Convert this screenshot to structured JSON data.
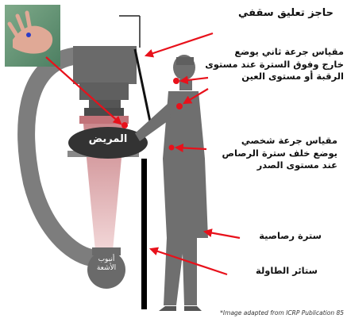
{
  "labels": {
    "ceiling_shield": "حاجز تعليق سقفي",
    "dosimeter_2_title": "مقياس جرعة ثاني يوضع",
    "dosimeter_2_line2": "خارج وفوق السترة عند مستوى",
    "dosimeter_2_line3": "الرقبة أو مستوى العين",
    "dosimeter_1_title": "مقياس جرعة شخصي",
    "dosimeter_1_line2": "يوضع خلف سترة الرصاص",
    "dosimeter_1_line3": "عند مستوى الصدر",
    "lead_apron": "سترة رصاصية",
    "table_curtain": "ستائر الطاولة",
    "patient": "المريض",
    "xray_tube_line1": "أنبوب",
    "xray_tube_line2": "الأشعة"
  },
  "credit": "*Image adapted from ICRP Publication 85",
  "colors": {
    "arrow": "#e8111b",
    "equipment": "#7d7d7d",
    "equipment_dark": "#5f5f5f",
    "person": "#6f6f6f",
    "patient": "#333333",
    "beam": "#d9999c",
    "curtain": "#000000"
  },
  "icons": {
    "hand_photo": "hand-photo-icon"
  }
}
